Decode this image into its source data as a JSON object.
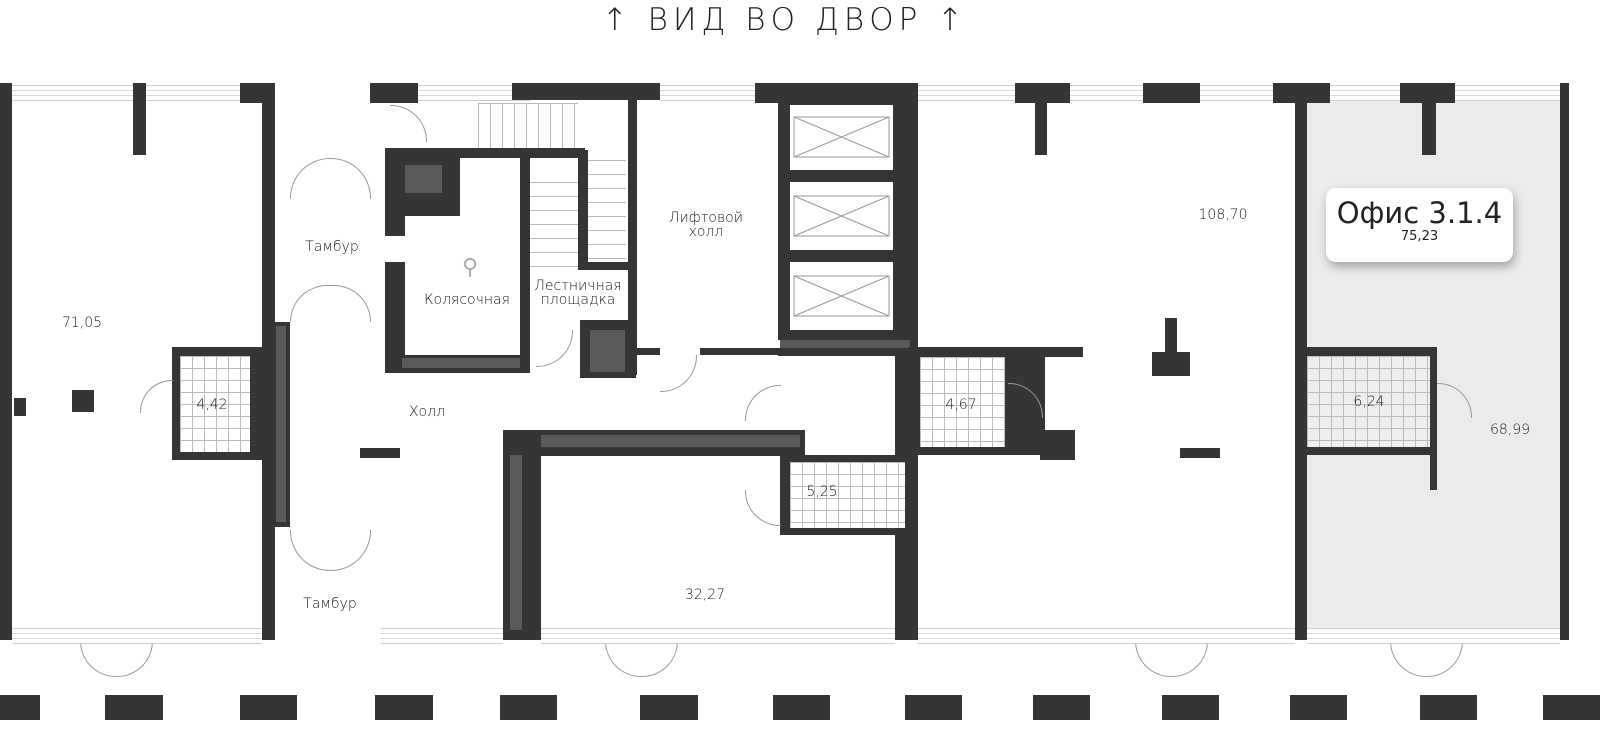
{
  "header": {
    "title": "↑ ВИД ВО ДВОР ↑"
  },
  "highlight": {
    "name": "Офис 3.1.4",
    "area": "75,23",
    "fill_color": "#ebebeb"
  },
  "rooms": {
    "left_office": "71,05",
    "left_wc": "4,42",
    "tambur_top": "Тамбур",
    "stroller": "Колясочная",
    "stair_landing": "Лестничная площадка",
    "lift_hall": "Лифтовой холл",
    "hall": "Холл",
    "wc_center": "5,25",
    "office_center": "32,27",
    "tambur_bottom": "Тамбур",
    "office_big": "108,70",
    "wc_right": "4,67",
    "wc_highlight": "6,24",
    "highlight_room": "68,99"
  },
  "colors": {
    "wall": "#353535",
    "inner": "#5a5a5a"
  }
}
